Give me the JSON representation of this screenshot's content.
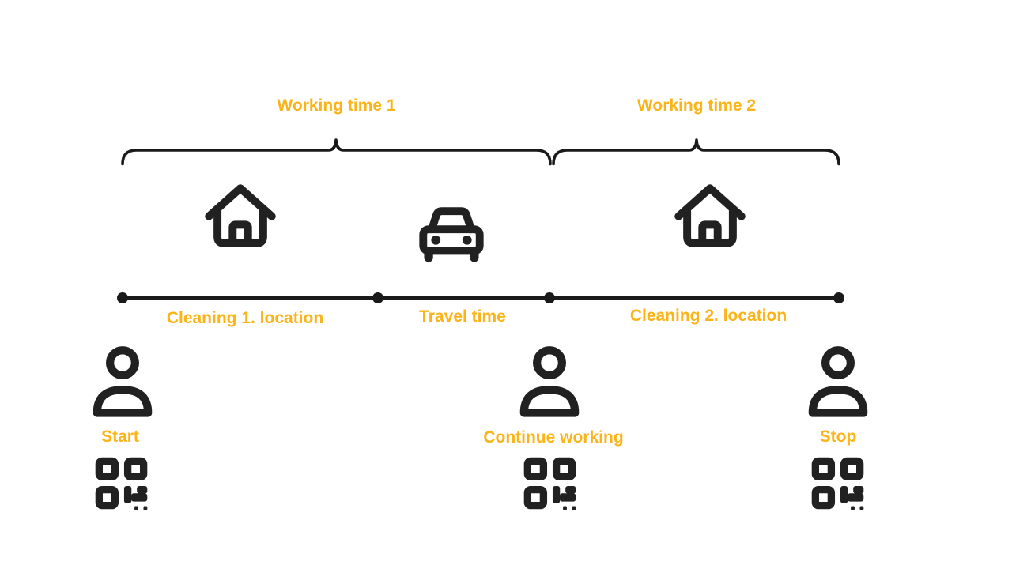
{
  "colors": {
    "accent": "#FCB316",
    "ink": "#212121",
    "line": "#1A1A1A",
    "background": "#FFFFFF"
  },
  "working_time_brackets": [
    {
      "label": "Working time 1"
    },
    {
      "label": "Working time 2"
    }
  ],
  "timeline_segments": [
    {
      "label": "Cleaning 1. location",
      "icon": "house-icon"
    },
    {
      "label": "Travel time",
      "icon": "car-icon"
    },
    {
      "label": "Cleaning 2. location",
      "icon": "house-icon"
    }
  ],
  "milestones": [
    {
      "label": "Start",
      "icons": [
        "person-icon",
        "qr-code-icon"
      ]
    },
    {
      "label": "Continue working",
      "icons": [
        "person-icon",
        "qr-code-icon"
      ]
    },
    {
      "label": "Stop",
      "icons": [
        "person-icon",
        "qr-code-icon"
      ]
    }
  ]
}
